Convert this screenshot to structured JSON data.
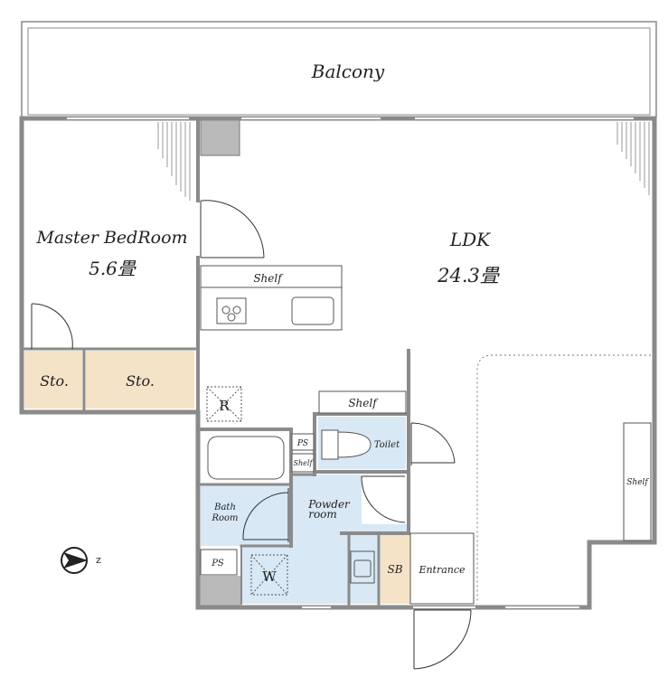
{
  "rooms": {
    "balcony": "Balcony",
    "master_bedroom": "Master BedRoom",
    "master_bedroom_area": "5.6畳",
    "ldk": "LDK",
    "ldk_area": "24.3畳",
    "storage_1": "Sto.",
    "storage_2": "Sto.",
    "toilet": "Toilet",
    "bath_line1": "Bath",
    "bath_line2": "Room",
    "powder_line1": "Powder",
    "powder_line2": "room",
    "entrance": "Entrance",
    "shoe_box": "SB"
  },
  "fixtures": {
    "kitchen_shelf": "Shelf",
    "toilet_shelf": "Shelf",
    "small_shelf": "Shelf",
    "ldk_shelf": "Shelf",
    "refrigerator": "R",
    "washer": "W",
    "ps_upper": "PS",
    "ps_lower": "PS"
  },
  "compass": {
    "label": "z"
  },
  "colors": {
    "wall": "#8a8a8a",
    "storage_fill": "#f5e3c8",
    "wet_area_fill": "#d8e8f4",
    "pillar_fill": "#b9b9b9"
  }
}
